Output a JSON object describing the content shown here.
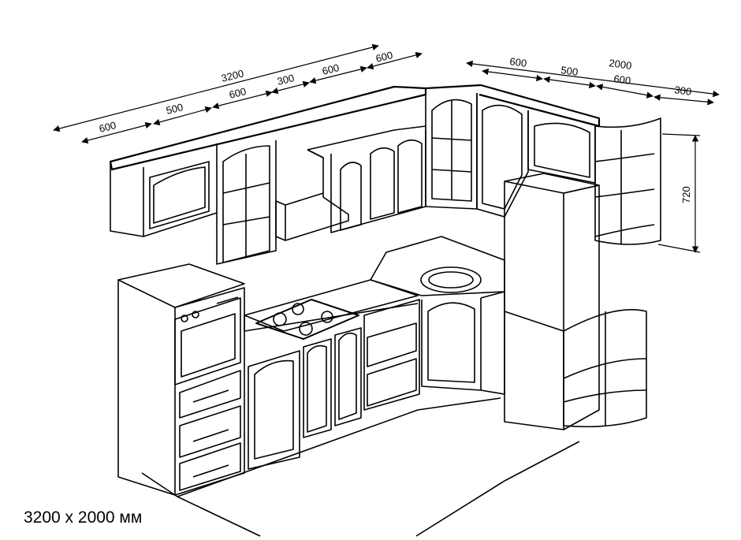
{
  "caption": "3200 x 2000 мм",
  "dimensions": {
    "left_total": "3200",
    "left_segments": [
      "600",
      "500",
      "600",
      "300",
      "600",
      "600"
    ],
    "right_total": "2000",
    "right_segments": [
      "600",
      "500",
      "600",
      "300"
    ],
    "height_label": "720"
  },
  "colors": {
    "line": "#000000",
    "background": "#ffffff"
  }
}
